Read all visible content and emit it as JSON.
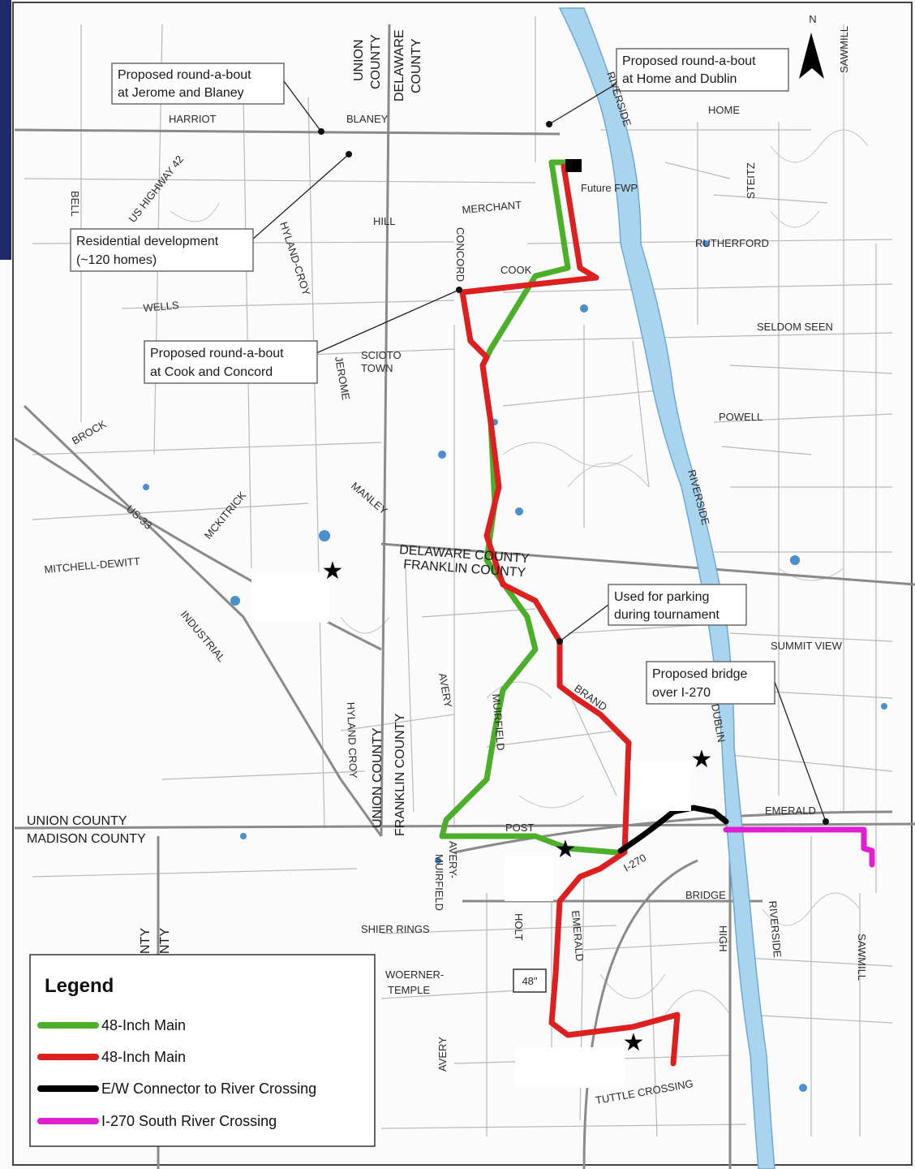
{
  "callouts": {
    "jerome_blaney_1": "Proposed round-a-bout",
    "jerome_blaney_2": "at Jerome and Blaney",
    "home_dublin_1": "Proposed round-a-bout",
    "home_dublin_2": "at Home and Dublin",
    "residential_1": "Residential development",
    "residential_2": "(~120 homes)",
    "cook_concord_1": "Proposed round-a-bout",
    "cook_concord_2": "at Cook and Concord",
    "parking_1": "Used for parking",
    "parking_2": "during tournament",
    "bridge_1": "Proposed bridge",
    "bridge_2": "over I-270"
  },
  "county_labels": {
    "union_county_top_1": "UNION",
    "union_county_top_2": "COUNTY",
    "delaware_county_top_1": "DELAWARE",
    "delaware_county_top_2": "COUNTY",
    "delaware_county_mid": "DELAWARE COUNTY",
    "franklin_county_mid": "FRANKLIN COUNTY",
    "union_county_low": "UNION COUNTY",
    "franklin_county_low": "FRANKLIN COUNTY",
    "union_county_left": "UNION COUNTY",
    "madison_county_left": "MADISON COUNTY",
    "county_vertical_1": "NTY",
    "county_vertical_2": "NTY"
  },
  "road_labels": {
    "harriot": "HARRIOT",
    "blaney": "BLANEY",
    "riverside_top": "RIVERSIDE",
    "home": "HOME",
    "sawmill_top": "SAWMILL",
    "bell": "BELL",
    "us42": "US HIGHWAY 42",
    "hill": "HILL",
    "merchant": "MERCHANT",
    "concord": "CONCORD",
    "hyland_croy_top": "HYLAND-CROY",
    "steitz": "STEITZ",
    "rutherford": "RUTHERFORD",
    "cook": "COOK",
    "wells": "WELLS",
    "seldom_seen": "SELDOM SEEN",
    "jerome": "JEROME",
    "scioto_town_1": "SCIOTO",
    "scioto_town_2": "TOWN",
    "brock": "BROCK",
    "powell": "POWELL",
    "manley": "MANLEY",
    "us33": "US-33",
    "mckitrick": "MCKITRICK",
    "riverside_mid": "RIVERSIDE",
    "mitchell_dewitt": "MITCHELL-DEWITT",
    "industrial": "INDUSTRIAL",
    "summit_view": "SUMMIT VIEW",
    "avery_mid": "AVERY",
    "muirfield_mid": "MUIRFIELD",
    "brand": "BRAND",
    "hyland_croy_low": "HYLAND CROY",
    "dublin": "DUBLIN",
    "emerald_east": "EMERALD",
    "post": "POST",
    "i270": "I-270",
    "avery_muirfield_1": "AVERY-",
    "avery_muirfield_2": "MUIRFIELD",
    "bridge": "BRIDGE",
    "holt": "HOLT",
    "emerald_south": "EMERALD",
    "shier_rings": "SHIER RINGS",
    "high": "HIGH",
    "riverside_low": "RIVERSIDE",
    "sawmill_low": "SAWMILL",
    "woerner_1": "WOERNER-",
    "woerner_2": "TEMPLE",
    "avery_low": "AVERY",
    "tuttle": "TUTTLE CROSSING"
  },
  "facility_label": "Future FWP",
  "north_label": "N",
  "shield_label": "48\"",
  "legend": {
    "title": "Legend",
    "items": [
      {
        "label": "48-Inch Main",
        "color": "#4caf2a"
      },
      {
        "label": "48-Inch Main",
        "color": "#dd1f1f"
      },
      {
        "label": "E/W Connector to River Crossing",
        "color": "#000000"
      },
      {
        "label": "I-270 South River Crossing",
        "color": "#e020d0"
      }
    ]
  },
  "colors": {
    "river": "#a8d4ee",
    "water": "#4a8fd0",
    "road_major": "#8a8a8a",
    "frame_left": "#1f2a6b"
  }
}
